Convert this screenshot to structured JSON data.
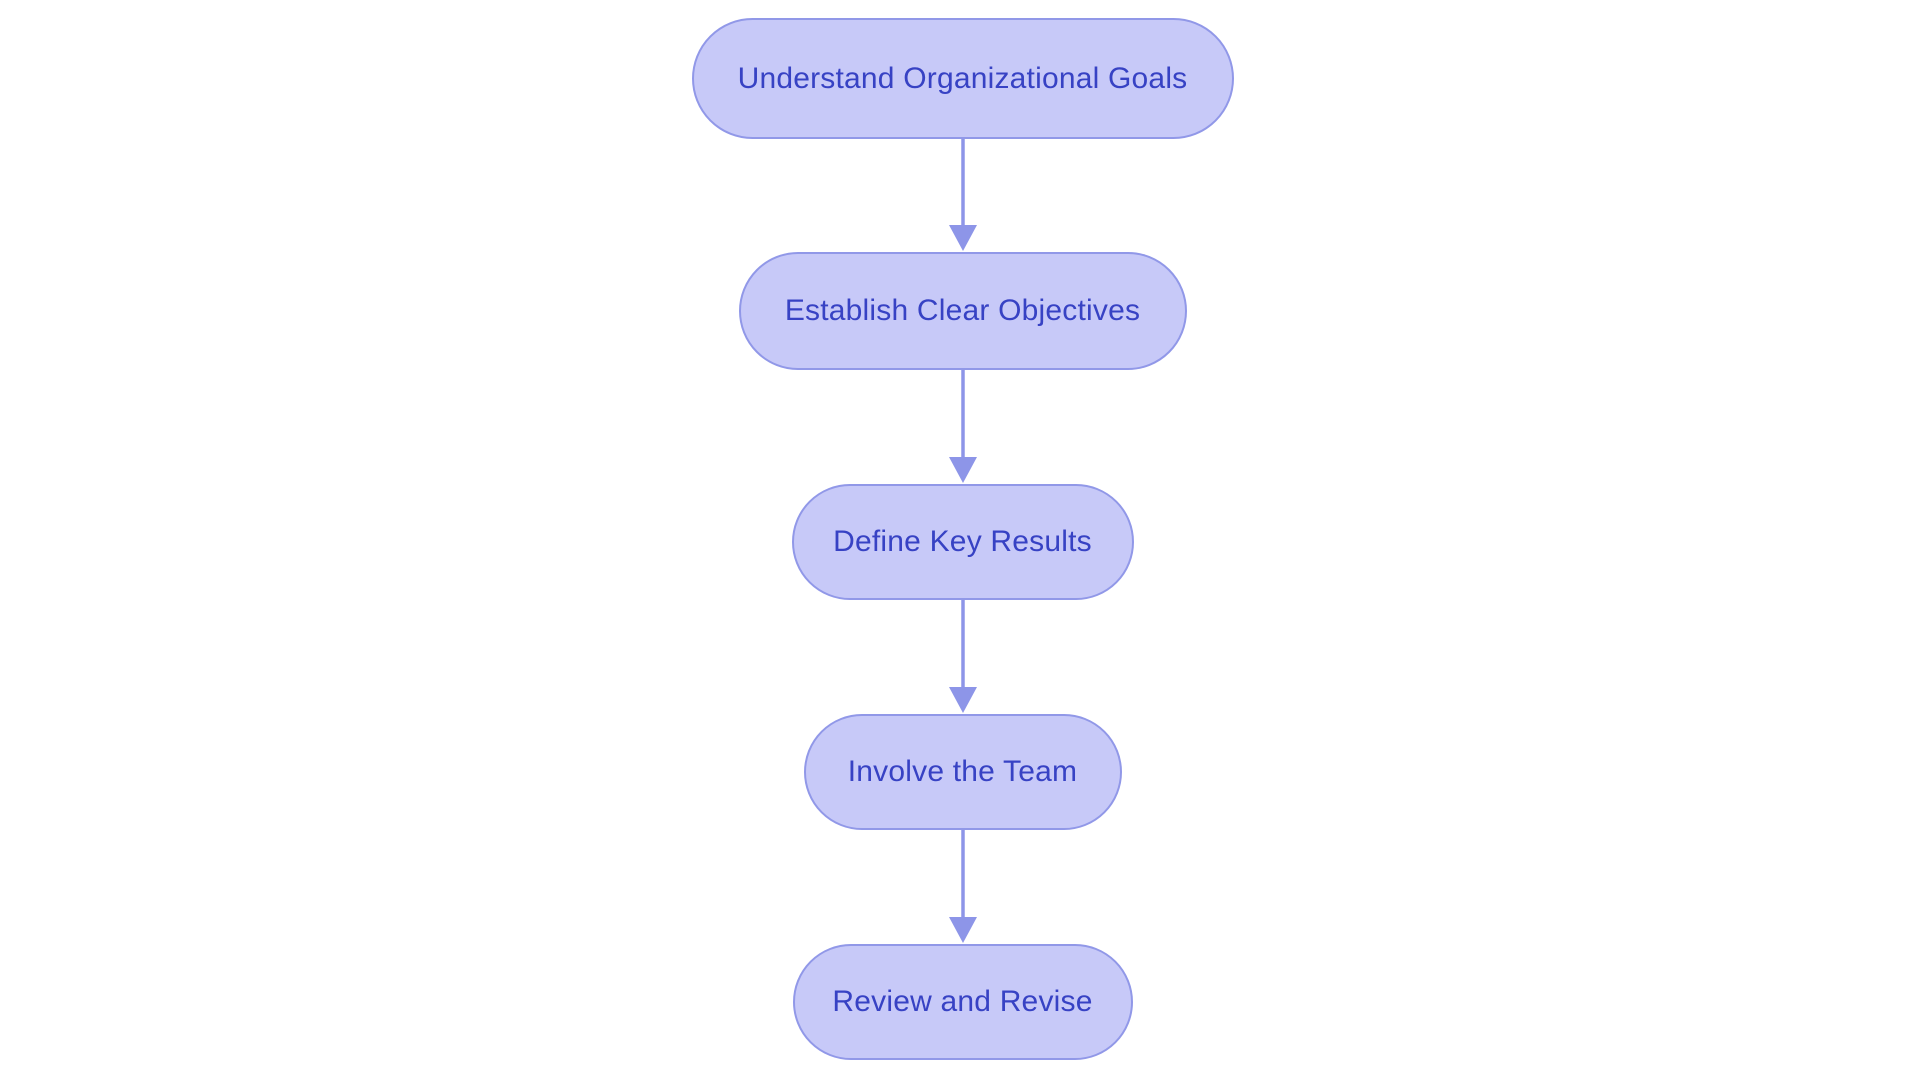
{
  "diagram": {
    "type": "flowchart",
    "direction": "top-down",
    "background_color": "#ffffff",
    "node_fill_color": "#c7c9f8",
    "node_border_color": "#9198e8",
    "node_text_color": "#3742c4",
    "arrow_color": "#8d95e8",
    "nodes": [
      {
        "label": "Understand Organizational Goals"
      },
      {
        "label": "Establish Clear Objectives"
      },
      {
        "label": "Define Key Results"
      },
      {
        "label": "Involve the Team"
      },
      {
        "label": "Review and Revise"
      }
    ],
    "edges": [
      {
        "from": "Understand Organizational Goals",
        "to": "Establish Clear Objectives"
      },
      {
        "from": "Establish Clear Objectives",
        "to": "Define Key Results"
      },
      {
        "from": "Define Key Results",
        "to": "Involve the Team"
      },
      {
        "from": "Involve the Team",
        "to": "Review and Revise"
      }
    ]
  }
}
